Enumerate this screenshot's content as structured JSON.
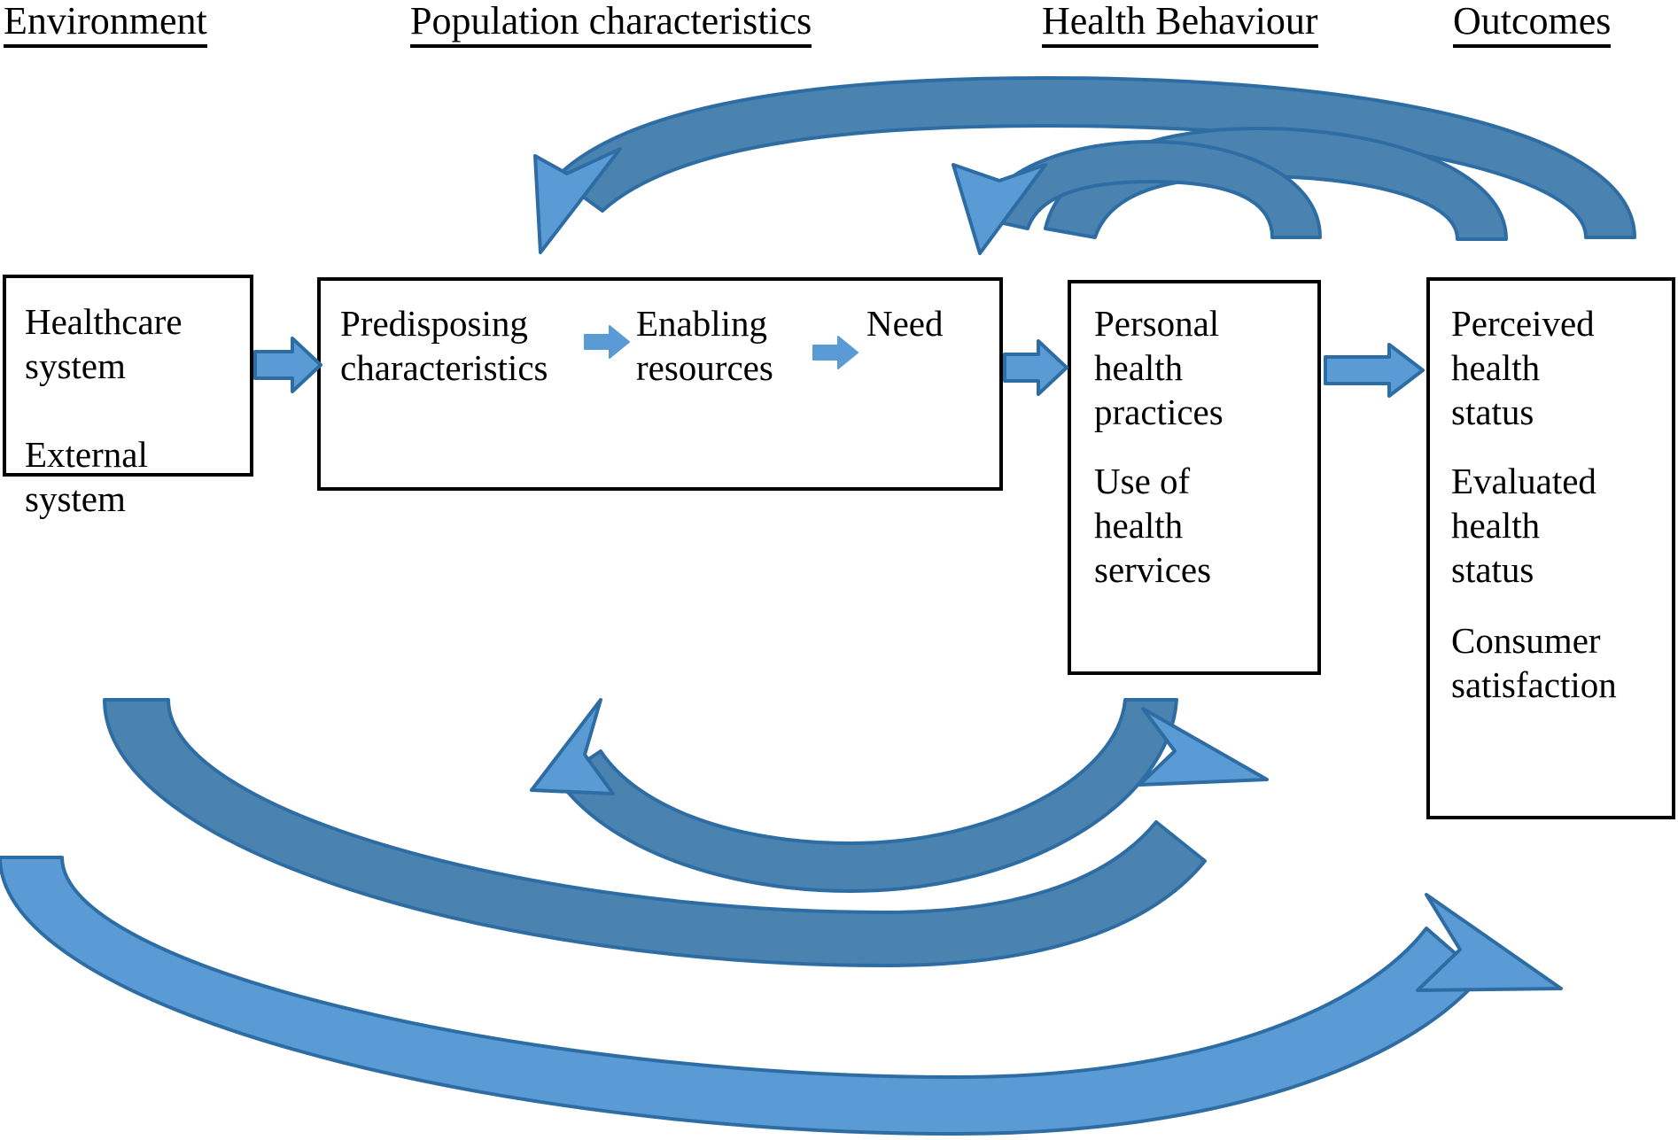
{
  "headers": [
    {
      "label": "Environment"
    },
    {
      "label": "Population characteristics"
    },
    {
      "label": "Health Behaviour"
    },
    {
      "label": "Outcomes"
    }
  ],
  "boxes": [
    {
      "name": "environment-box",
      "lines": [
        "Healthcare\nsystem",
        "External\nsystem"
      ]
    },
    {
      "name": "population-characteristics-box",
      "labels": [
        "Predisposing\ncharacteristics",
        "Enabling\nresources",
        "Need"
      ]
    },
    {
      "name": "health-behaviour-box",
      "lines": [
        "Personal\nhealth\npractices",
        "Use of\nhealth\nservices"
      ]
    },
    {
      "name": "outcomes-box",
      "lines": [
        "Perceived\nhealth\nstatus",
        "Evaluated\nhealth\nstatus",
        "Consumer\nsatisfaction"
      ]
    }
  ],
  "arrows": {
    "straight": [
      {
        "name": "arrow-environment-to-population"
      },
      {
        "name": "arrow-predisposing-to-enabling"
      },
      {
        "name": "arrow-enabling-to-need"
      },
      {
        "name": "arrow-population-to-behaviour"
      },
      {
        "name": "arrow-behaviour-to-outcomes"
      }
    ],
    "feedback": [
      {
        "name": "feedback-outcomes-to-population"
      },
      {
        "name": "feedback-outcomes-to-behaviour"
      },
      {
        "name": "feedback-behaviour-to-top-population"
      },
      {
        "name": "feedback-behaviour-to-population-lower"
      },
      {
        "name": "feedback-environment-to-behaviour"
      },
      {
        "name": "feedback-environment-to-outcomes"
      }
    ]
  },
  "colors": {
    "arrow_fill_light": "#5B9BD5",
    "arrow_fill_dark": "#4A82B0",
    "arrow_stroke": "#2E6DA4",
    "box_border": "#000000",
    "text": "#000000",
    "background": "#FFFFFF"
  }
}
